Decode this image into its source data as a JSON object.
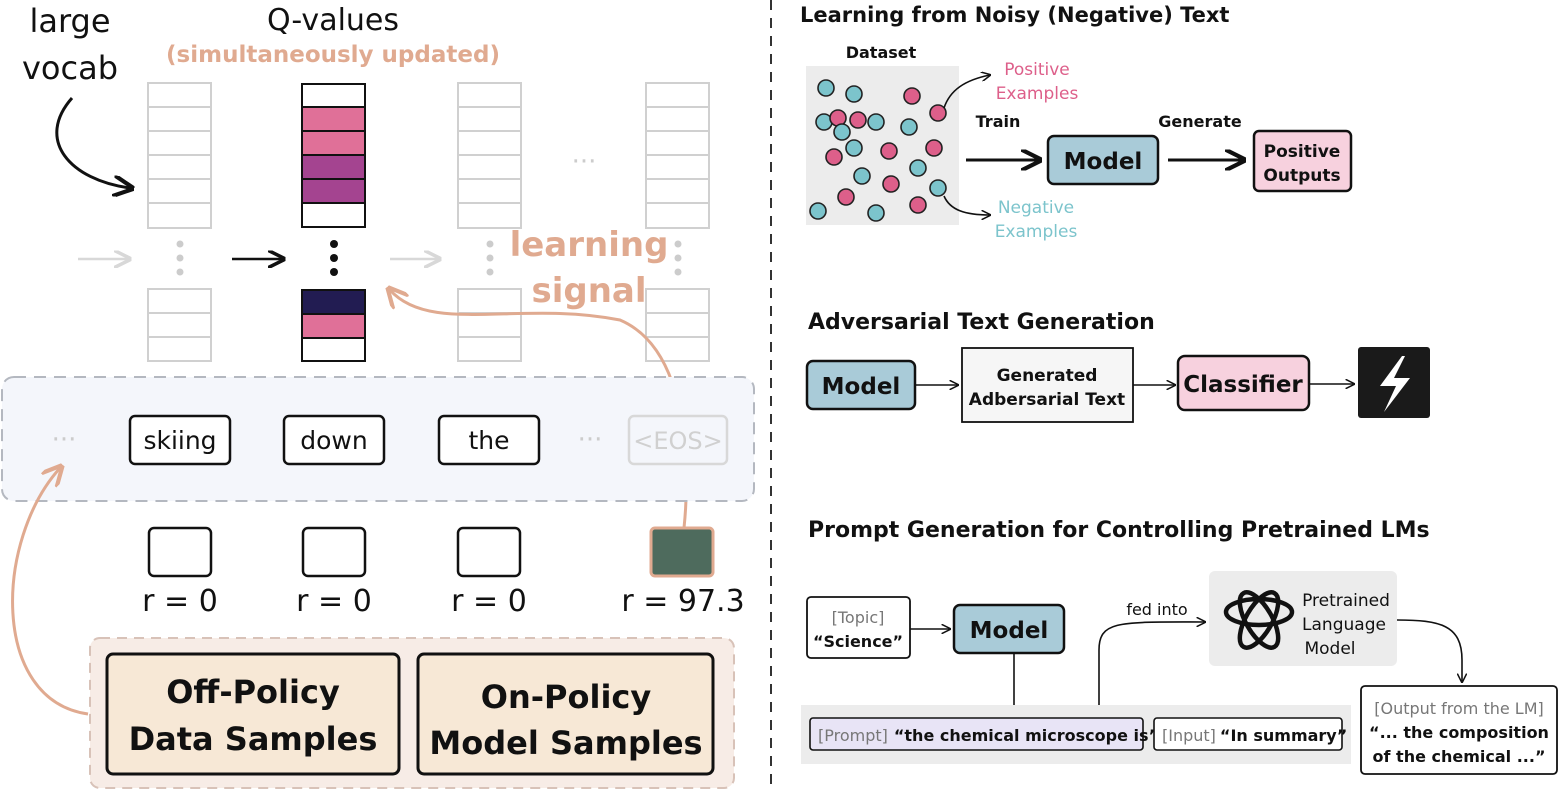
{
  "left": {
    "large_vocab": [
      "large",
      "vocab"
    ],
    "qvalues_title": "Q-values",
    "qvalues_subtitle": "(simultaneously updated)",
    "learning_signal": [
      "learning",
      "signal"
    ],
    "tokens": [
      "skiing",
      "down",
      "the"
    ],
    "eos": "<EOS>",
    "ellipsis": "···",
    "rewards": [
      "r = 0",
      "r = 0",
      "r = 0",
      "r = 97.3"
    ],
    "off_policy": [
      "Off-Policy",
      "Data Samples"
    ],
    "on_policy": [
      "On-Policy",
      "Model Samples"
    ],
    "colors": {
      "pink": "#e07098",
      "purple": "#a44490",
      "navy": "#221c52",
      "peach": "#e0aa90",
      "reward_fill": "#4e6b5d",
      "sample_fill": "#f7e8d6"
    }
  },
  "section1": {
    "title": "Learning from Noisy (Negative) Text",
    "dataset": "Dataset",
    "positive": [
      "Positive",
      "Examples"
    ],
    "negative": [
      "Negative",
      "Examples"
    ],
    "train": "Train",
    "generate": "Generate",
    "model": "Model",
    "outputs": [
      "Positive",
      "Outputs"
    ],
    "colors": {
      "teal": "#7cc4cc",
      "pink": "#dd5f8a",
      "model_fill": "#a9cbd8",
      "output_fill": "#f7d1de"
    }
  },
  "section2": {
    "title": "Adversarial Text Generation",
    "model": "Model",
    "generated": [
      "Generated",
      "Adbersarial Text"
    ],
    "classifier": "Classifier",
    "lightning_icon": "lightning-icon"
  },
  "section3": {
    "title": "Prompt Generation for Controlling Pretrained LMs",
    "topic_tag": "[Topic]",
    "topic_value": "“Science”",
    "model": "Model",
    "fed_into": "fed into",
    "plm": [
      "Pretrained",
      "Language",
      "Model"
    ],
    "plm_icon": "openai-logo-icon",
    "prompt_tag": "[Prompt]",
    "prompt_value": "“the chemical microscope is”",
    "input_tag": "[Input]",
    "input_value": "“In summary”",
    "output_tag": "[Output from the LM]",
    "output_value": [
      "“... the composition",
      "of the chemical ...”"
    ]
  }
}
